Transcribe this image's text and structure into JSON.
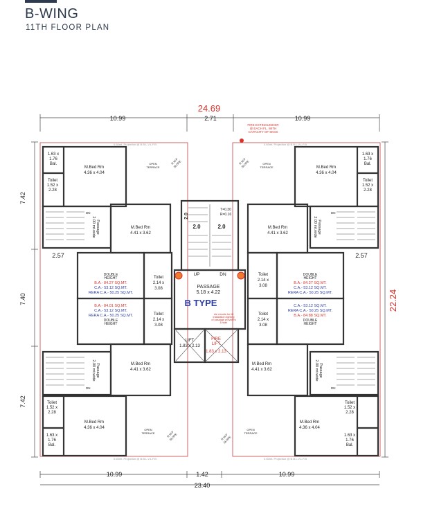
{
  "header": {
    "title": "B-WING",
    "subtitle": "11TH FLOOR PLAN"
  },
  "colors": {
    "wall": "#333333",
    "red": "#d8322a",
    "blue": "#2d3fa6",
    "outline": "#c04040"
  },
  "dims": {
    "overall_top": "24.69",
    "top_left": "10.99",
    "top_mid": "2.71",
    "top_right": "10.99",
    "overall_right": "22.24",
    "left_top": "7.42",
    "left_mid": "7.40",
    "left_bot": "7.42",
    "bot_left": "10.99",
    "bot_mid": "1.42",
    "bot_right": "10.99",
    "overall_bottom": "23.40",
    "ledge_left": "2.57",
    "ledge_right": "2.57"
  },
  "notes": {
    "extinguisher": [
      "FIRE EXTINGUISHER",
      "@ EACH FL. WITH",
      "CAPACITY OF 5KGS"
    ],
    "lift_note": [
      "die circuits for lift",
      "installation lighting",
      "of passage providers",
      "& stair"
    ],
    "projection": "0.60mt. Projection @ B.B.L.V.L.F.B",
    "stair_tr": "T=0.30",
    "stair_rr": "R=0.16"
  },
  "labels": {
    "mbed": "M.Bed Rm",
    "mbed_a": "4.36 x 4.04",
    "mbed_b": "4.41 x 3.62",
    "toilet": "Toilet",
    "toilet_a": "1.52 x",
    "toilet_a2": "2.28",
    "toilet_b": "2.14 x",
    "toilet_b2": "3.08",
    "bal_a": "1.63 x",
    "bal_b": "1.76",
    "bal_c": "Bal.",
    "open_terrace": [
      "OPEN",
      "TERRACE"
    ],
    "rwp": [
      "R.W.P",
      "SLOPE"
    ],
    "passage_vert": [
      "Passage",
      "2.00 mt.wide"
    ],
    "double_height": [
      "DOUBLE",
      "HEIGHT"
    ],
    "ba_a": "B.A.- 84.27 SQ.MT.",
    "ba_b": "B.A.- 84.01 SQ.MT.",
    "ba_c": "B.A.- 84.88 SQ.MT.",
    "ca": "C.A.- 53.12 SQ.MT.",
    "rera": "RERA C.A.- 50.25 SQ.MT.",
    "stair": "2.0",
    "up": "UP",
    "dn": "DN",
    "passage": "PASSAGE",
    "passage_size": "5.18 x 4.22",
    "btype": "B TYPE",
    "lift": "LIFT",
    "lift_size": "1.83 x 2.13",
    "fire_lift": [
      "FIRE",
      "LIFT"
    ],
    "fire_lift_size": "1.83 x 2.13"
  }
}
